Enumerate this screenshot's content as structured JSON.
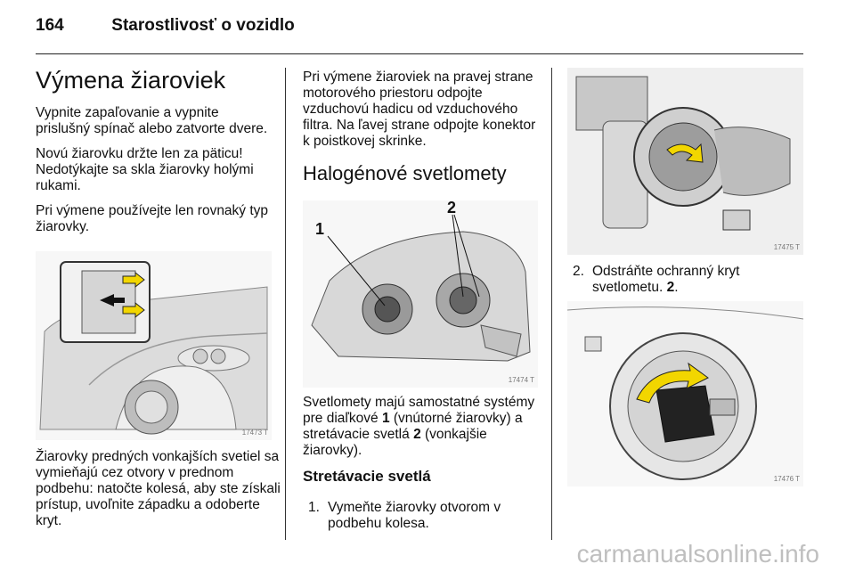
{
  "header": {
    "page_number": "164",
    "chapter_title": "Starostlivosť o vozidlo"
  },
  "left": {
    "heading": "Výmena žiaroviek",
    "p1": "Vypnite zapaľovanie a vypnite prislušný spínač alebo zatvorte dvere.",
    "p2": "Novú žiarovku držte len za päticu! Nedotýkajte sa skla žiarovky holými rukami.",
    "p3": "Pri výmene používejte len rovnaký typ žiarovky.",
    "fig_code": "17473 T",
    "p4": "Žiarovky predných vonkajších svetiel sa vymieňajú cez otvory v prednom podbehu: natočte kolesá, aby ste získali prístup, uvoľnite západku a odoberte kryt."
  },
  "middle": {
    "p1": "Pri výmene žiaroviek na pravej strane motorového priestoru odpojte vzduchovú hadicu od vzduchového filtra. Na ľavej strane odpojte konektor k poistkovej skrinke.",
    "heading": "Halogénové svetlomety",
    "fig_label_1": "1",
    "fig_label_2": "2",
    "fig_code": "17474 T",
    "p2_a": "Svetlomety majú samostatné systémy pre diaľkové ",
    "p2_b1": "1",
    "p2_c": " (vnútorné žiarovky) a stretávacie svetlá ",
    "p2_b2": "2",
    "p2_d": " (vonkajšie žiarovky).",
    "subheading": "Stretávacie svetlá",
    "step1_num": "1.",
    "step1_text": "Vymeňte žiarovky otvorom v podbehu kolesa."
  },
  "right": {
    "fig1_code": "17475 T",
    "step2_num": "2.",
    "step2_text_a": "Odstráňte ochranný kryt svetlometu. ",
    "step2_text_b": "2",
    "step2_text_c": ".",
    "fig2_code": "17476 T"
  },
  "watermark": "carmanualsonline.info",
  "colors": {
    "arrow_yellow": "#f2d600",
    "ink": "#111111"
  }
}
